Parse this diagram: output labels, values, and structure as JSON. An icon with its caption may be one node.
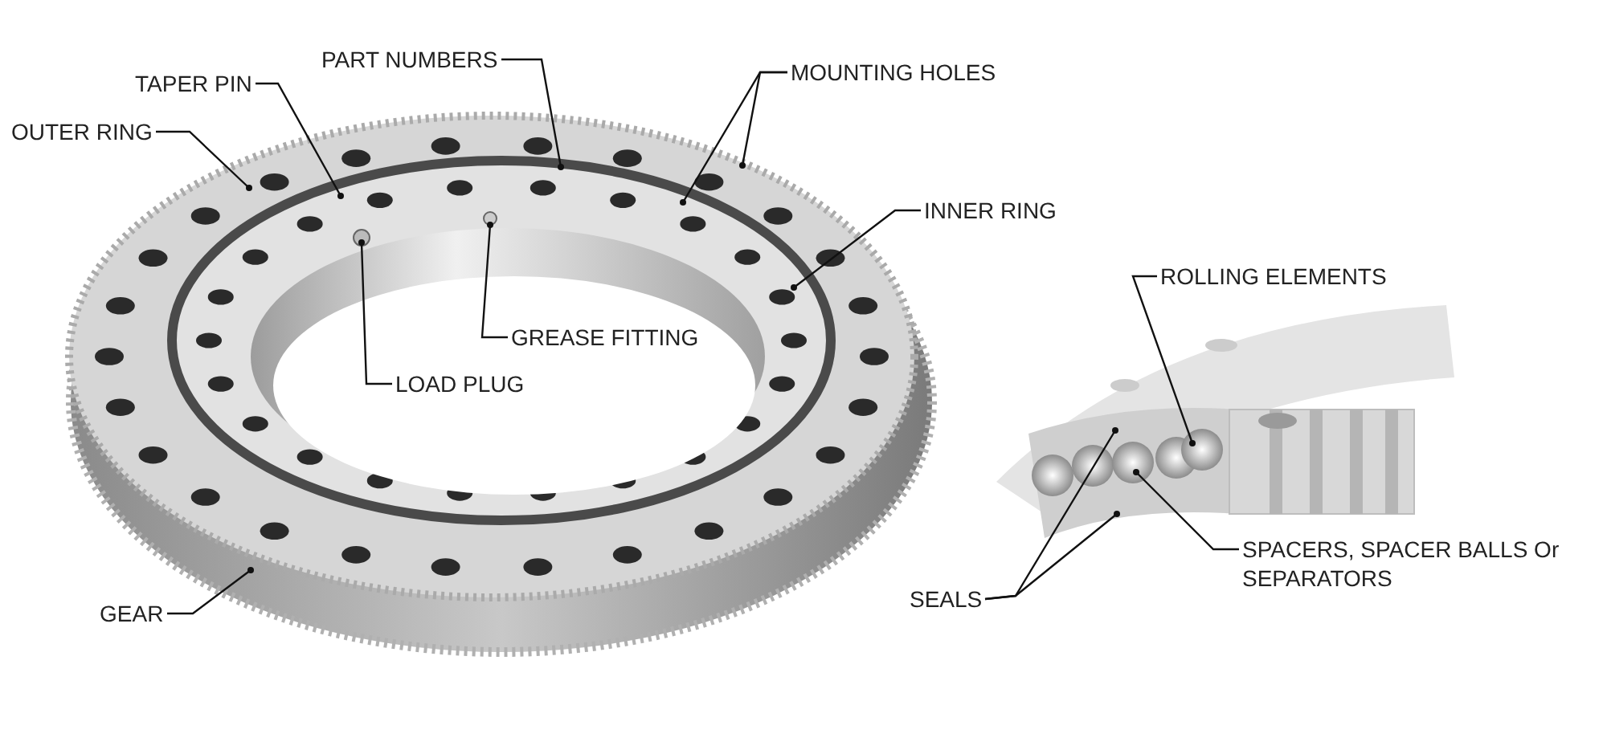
{
  "diagram": {
    "nodes": [
      {
        "text": [
          "PART NUMBERS"
        ]
      },
      {
        "text": [
          "MOUNTING HOLES"
        ]
      },
      {
        "text": [
          "TAPER PIN"
        ]
      },
      {
        "text": [
          "OUTER RING"
        ]
      },
      {
        "text": [
          "INNER RING"
        ]
      },
      {
        "text": [
          "ROLLING ELEMENTS"
        ]
      },
      {
        "text": [
          "GREASE FITTING"
        ]
      },
      {
        "text": [
          "LOAD PLUG"
        ]
      },
      {
        "text": [
          "SPACERS, SPACER BALLS Or SEPARATORS"
        ]
      },
      {
        "text": [
          "SEALS"
        ]
      },
      {
        "text": [
          "GEAR"
        ]
      }
    ],
    "edges": [
      {
        "from": 0,
        "to": null,
        "arrow": "other"
      },
      {
        "from": 1,
        "to": null,
        "arrow": "other"
      },
      {
        "from": 1,
        "to": null,
        "arrow": "other"
      },
      {
        "from": 2,
        "to": null,
        "arrow": "other"
      },
      {
        "from": 3,
        "to": null,
        "arrow": "other"
      },
      {
        "from": 4,
        "to": null,
        "arrow": "other"
      },
      {
        "from": 5,
        "to": null,
        "arrow": "other"
      },
      {
        "from": 6,
        "to": null,
        "arrow": "other"
      },
      {
        "from": 7,
        "to": null,
        "arrow": "other"
      },
      {
        "from": 8,
        "to": null,
        "arrow": "other"
      },
      {
        "from": 9,
        "to": null,
        "arrow": "other"
      },
      {
        "from": 9,
        "to": null,
        "arrow": "other"
      },
      {
        "from": 10,
        "to": null,
        "arrow": "other"
      }
    ]
  }
}
